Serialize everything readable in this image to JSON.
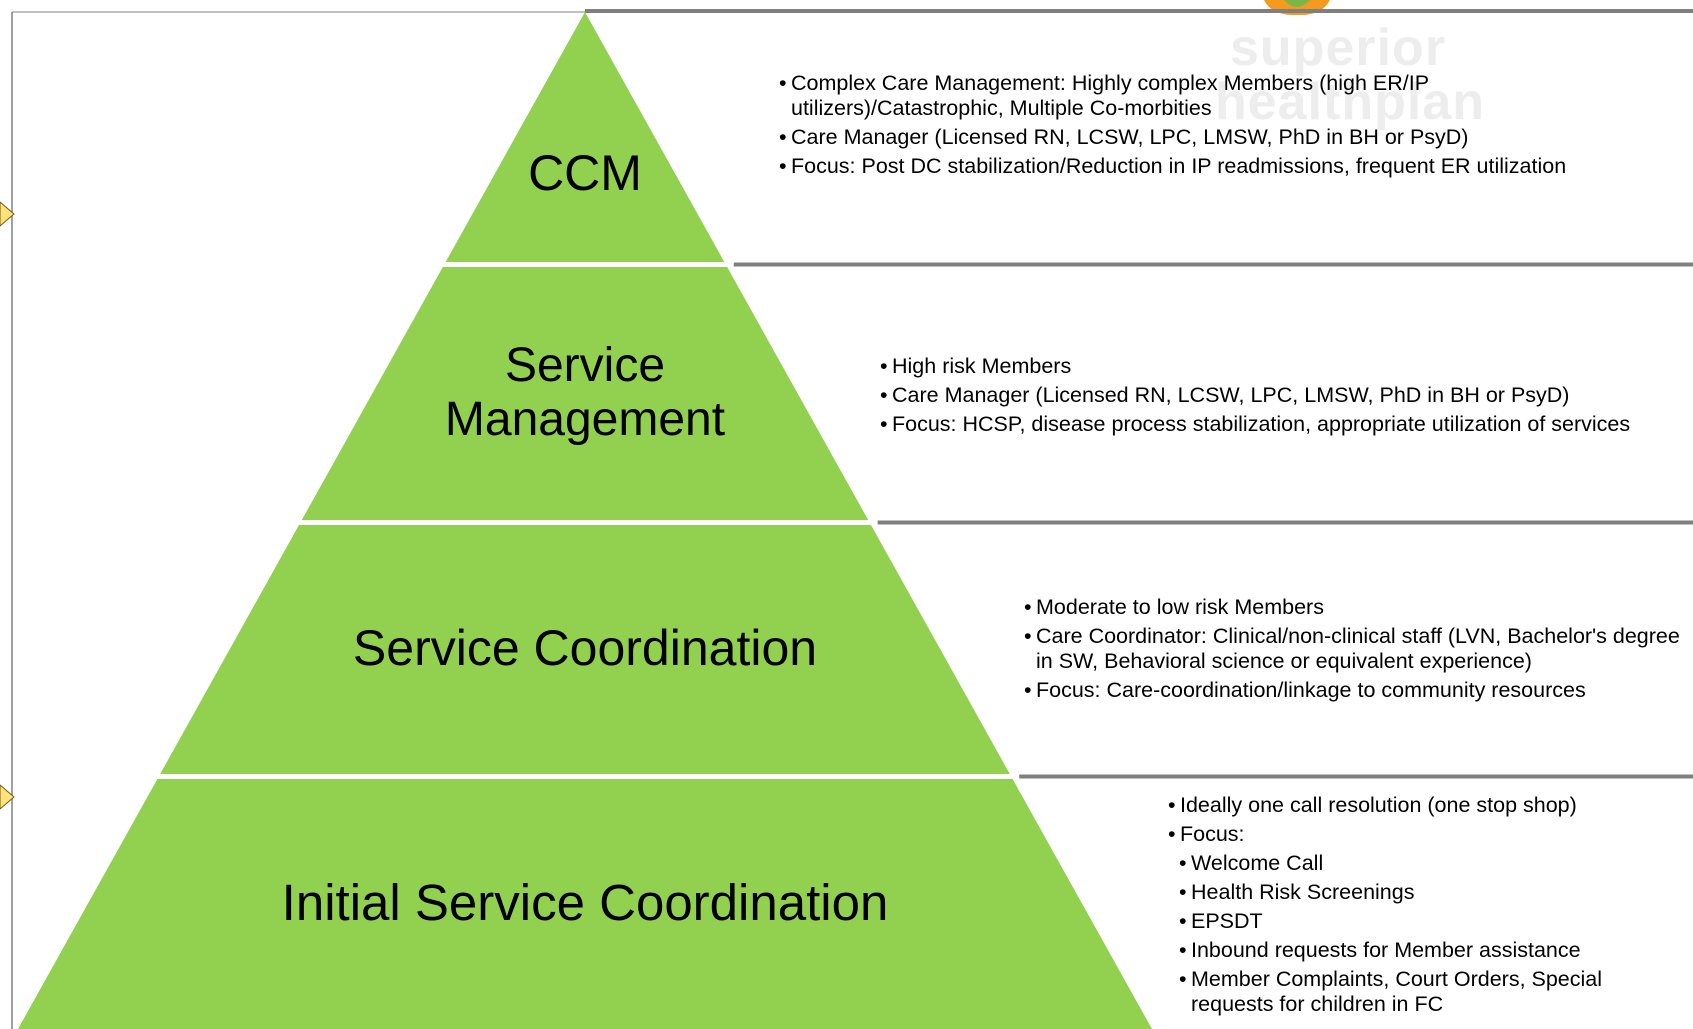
{
  "logo": {
    "line1": "superior",
    "line2": "healthplan",
    "colors": {
      "text": "#ededed",
      "orange": "#f39a1f",
      "green": "#7ab648"
    }
  },
  "colors": {
    "tier_fill": "#92d050",
    "separator": "#7f7f7f",
    "frame": "#808080",
    "arrow_fill": "#ffe27a",
    "arrow_stroke": "#6b5a1e"
  },
  "tiers": [
    {
      "label_lines": [
        "CCM"
      ],
      "bullets": [
        {
          "text": "Complex Care Management:  Highly complex Members (high ER/IP utilizers)/Catastrophic, Multiple Co-morbities"
        },
        {
          "text": "Care Manager (Licensed RN, LCSW, LPC, LMSW, PhD in BH or PsyD)"
        },
        {
          "text": "Focus: Post DC stabilization/Reduction in IP readmissions, frequent ER utilization"
        }
      ]
    },
    {
      "label_lines": [
        "Service",
        "Management"
      ],
      "bullets": [
        {
          "text": "High risk Members"
        },
        {
          "text": "Care Manager (Licensed RN, LCSW, LPC, LMSW, PhD in BH or PsyD)"
        },
        {
          "text": "Focus: HCSP, disease process stabilization, appropriate utilization of services"
        }
      ]
    },
    {
      "label_lines": [
        "Service Coordination"
      ],
      "bullets": [
        {
          "text": "Moderate to low risk Members"
        },
        {
          "text": "Care Coordinator: Clinical/non-clinical staff (LVN, Bachelor's degree in SW, Behavioral science or equivalent experience)"
        },
        {
          "text": "Focus: Care-coordination/linkage to community resources"
        }
      ]
    },
    {
      "label_lines": [
        "Initial Service Coordination"
      ],
      "bullets": [
        {
          "text": "Ideally one call resolution (one stop shop)"
        },
        {
          "text": "Focus:"
        },
        {
          "text": "Welcome Call",
          "sub": true
        },
        {
          "text": "Health Risk Screenings",
          "sub": true
        },
        {
          "text": "EPSDT",
          "sub": true
        },
        {
          "text": "Inbound requests for Member assistance",
          "sub": true
        },
        {
          "text": "Member Complaints, Court Orders, Special requests for children in FC",
          "sub": true
        }
      ]
    }
  ]
}
